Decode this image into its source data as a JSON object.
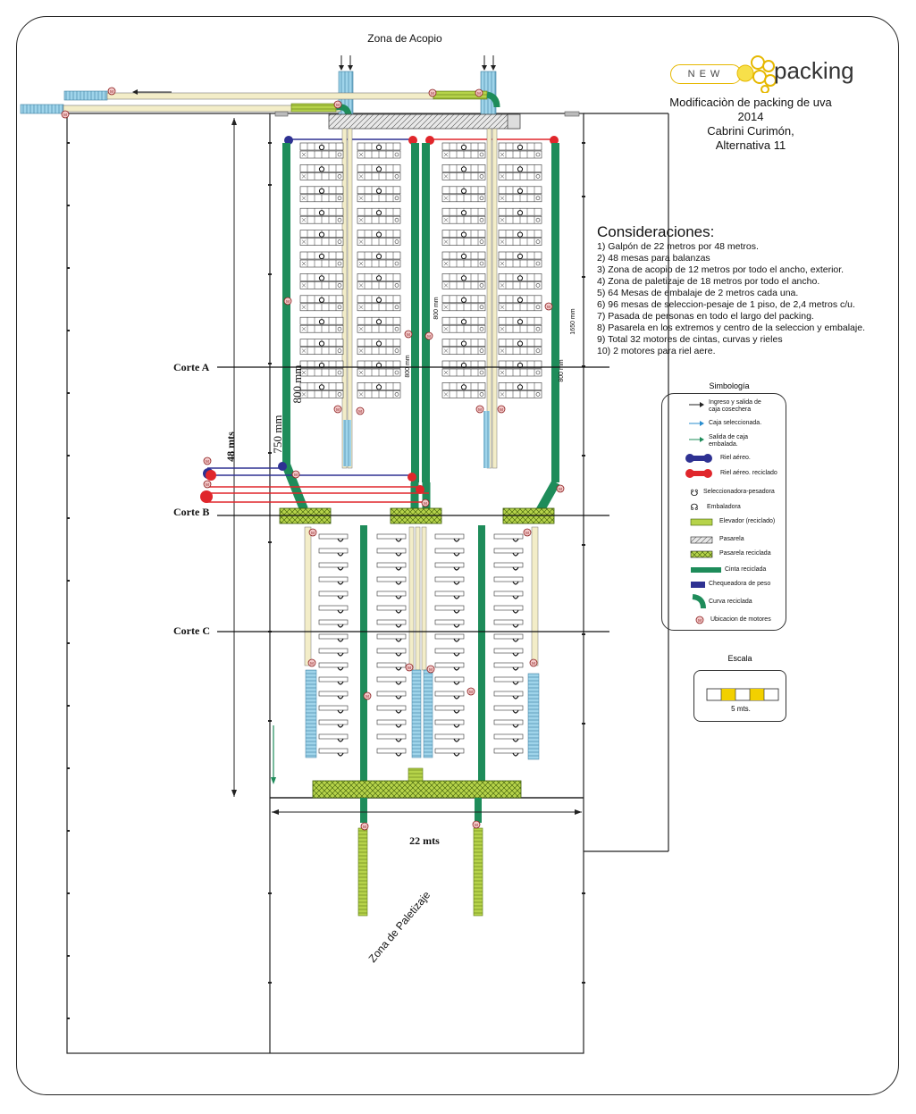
{
  "header": {
    "logo": {
      "new": "NEW",
      "word": "packing"
    },
    "title_lines": [
      "Modificaciòn de packing de uva",
      "2014",
      "Cabrini Curimón,",
      "Alternativa 11"
    ]
  },
  "labels": {
    "zona_acopio": "Zona de Acopio",
    "zona_paletizaje": "Zona de Paletizaje",
    "corte_a": "Corte A",
    "corte_b": "Corte B",
    "corte_c": "Corte  C",
    "dim_48": "48 mts",
    "dim_22": "22 mts",
    "mm_750": "750 mm",
    "mm_800_left": "800 mm",
    "mm_800_mid_a": "800 mm",
    "mm_800_mid_b": "800 mm",
    "mm_800_right": "800 mm",
    "mm_1650": "1650 mm"
  },
  "consideraciones": {
    "title": "Consideraciones:",
    "items": [
      "1) Galpón de 22 metros por 48 metros.",
      "2) 48 mesas para balanzas",
      "3) Zona de acopio de 12 metros por todo el ancho, exterior.",
      "4) Zona de paletizaje de 18 metros por todo el ancho.",
      "5) 64 Mesas de embalaje de 2 metros cada una.",
      "6) 96 mesas de seleccion-pesaje de 1 piso, de 2,4 metros c/u.",
      "7) Pasada de personas en todo el largo del packing.",
      "8) Pasarela en los extremos y centro de la seleccion y embalaje.",
      "9) Total 32 motores de cintas, curvas y rieles",
      "10) 2 motores para riel aere."
    ]
  },
  "legend": {
    "title": "Simbología",
    "items": [
      "Ingreso y salida de caja cosechera",
      "Caja seleccionada.",
      "Salida de caja embalada.",
      "Riel aéreo.",
      "Riel aéreo. reciclado",
      "Seleccionadora-pesadora",
      "Embaladora",
      "Elevador (reciclado)",
      "Pasarela",
      "Pasarela reciclada",
      "Cinta reciclada",
      "Chequeadora de peso",
      "Curva reciclada",
      "Ubicacion de motores"
    ]
  },
  "scale": {
    "title": "Escala",
    "label": "5 mts."
  },
  "colors": {
    "green": "#1e8c5a",
    "lightgreen": "#a6c93a",
    "blue_rail": "#2e3192",
    "red_rail": "#e0262b",
    "cyan": "#7ecbe3",
    "yellow": "#f2d000",
    "beige": "#e9e1b0"
  },
  "icons": [
    "motor-icon",
    "selector-icon",
    "packer-icon",
    "elevator-icon",
    "walkway-icon"
  ]
}
